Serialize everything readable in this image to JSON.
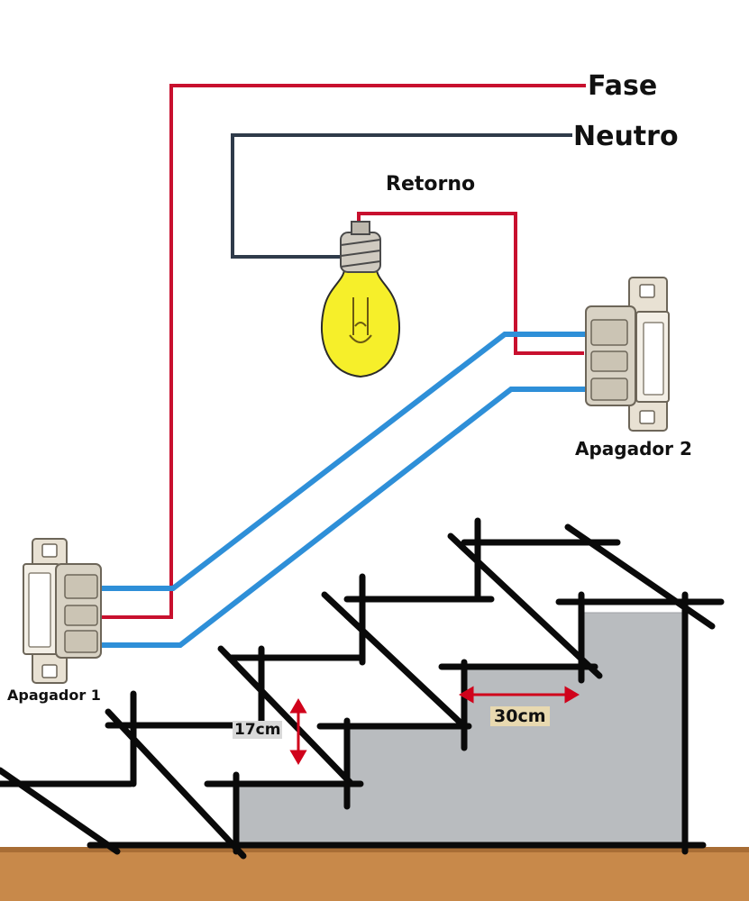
{
  "labels": {
    "fase": "Fase",
    "neutro": "Neutro",
    "retorno": "Retorno",
    "apagador_1": "Apagador 1",
    "apagador_2": "Apagador 2",
    "altura": "17cm",
    "huella": "30cm"
  },
  "colors": {
    "fase_wire": "#c8102e",
    "neutro_wire": "#2f3b4a",
    "traveler_wire": "#2e8fd8",
    "bulb": "#f6ef2a",
    "floor": "#c8894a",
    "concrete": "#b9bcbf",
    "measure_arrow": "#d0021b"
  }
}
